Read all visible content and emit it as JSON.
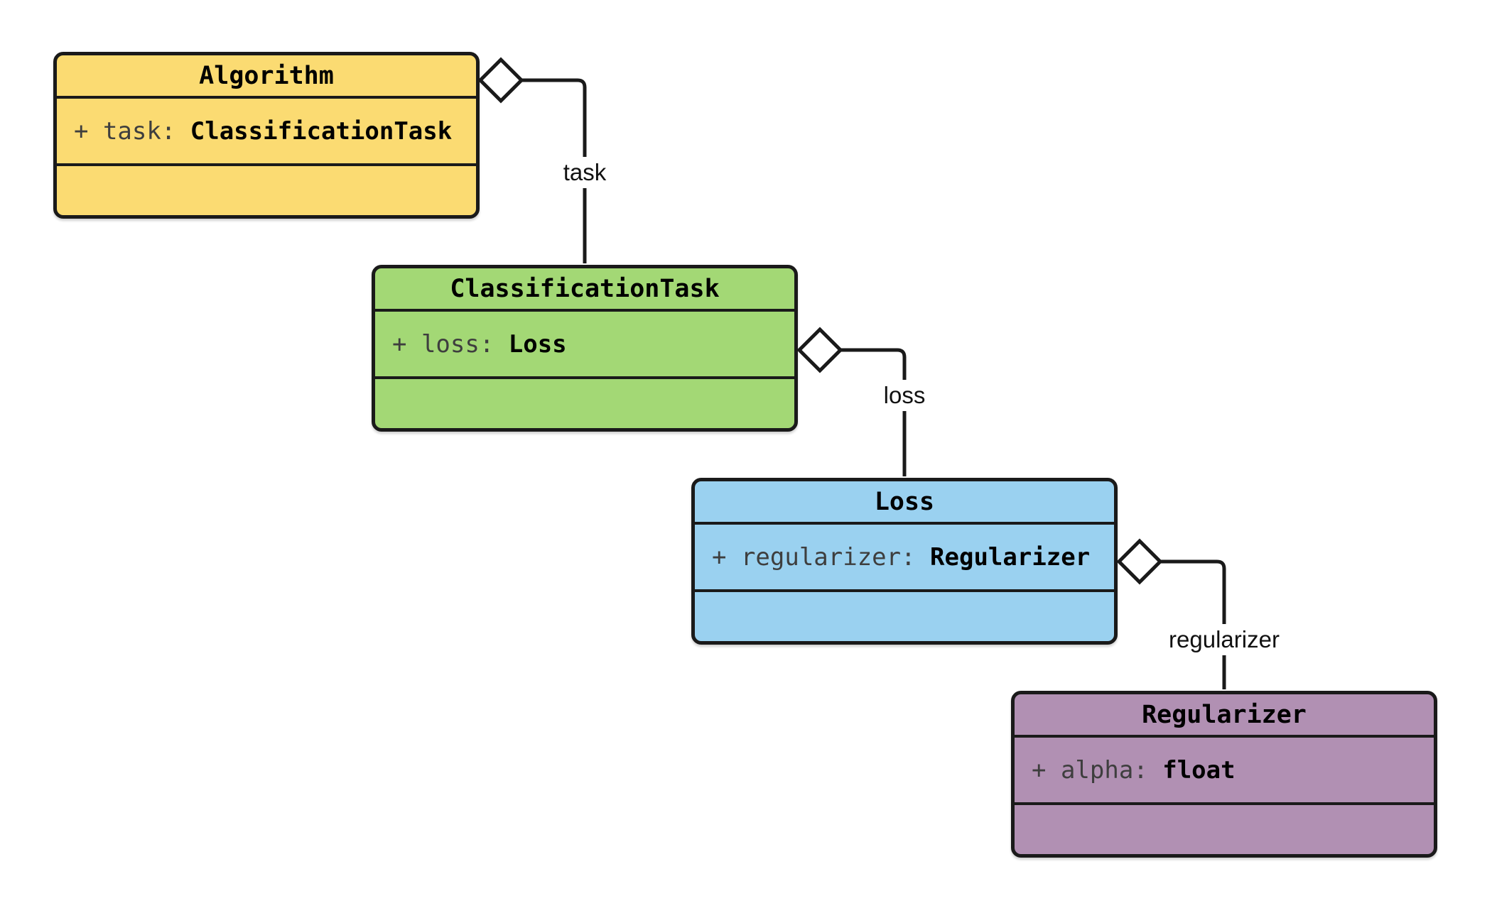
{
  "diagram": {
    "kind": "uml-class-diagram",
    "classes": [
      {
        "name": "Algorithm",
        "fill": "#FBDB72",
        "attributes": [
          {
            "prefix": "+ task: ",
            "type": "ClassificationTask"
          }
        ]
      },
      {
        "name": "ClassificationTask",
        "fill": "#A3D875",
        "attributes": [
          {
            "prefix": "+ loss: ",
            "type": "Loss"
          }
        ]
      },
      {
        "name": "Loss",
        "fill": "#9AD1F0",
        "attributes": [
          {
            "prefix": "+ regularizer: ",
            "type": "Regularizer"
          }
        ]
      },
      {
        "name": "Regularizer",
        "fill": "#B190B3",
        "attributes": [
          {
            "prefix": "+ alpha: ",
            "type": "float"
          }
        ]
      }
    ],
    "relations": [
      {
        "from": "Algorithm",
        "to": "ClassificationTask",
        "label": "task",
        "type": "aggregation"
      },
      {
        "from": "ClassificationTask",
        "to": "Loss",
        "label": "loss",
        "type": "aggregation"
      },
      {
        "from": "Loss",
        "to": "Regularizer",
        "label": "regularizer",
        "type": "aggregation"
      }
    ],
    "colors": {
      "line": "#1A1A1A",
      "diamond_fill": "#FFFFFF",
      "background": "#FFFFFF",
      "attribute_name": "#3E3E3E",
      "text": "#000000"
    }
  }
}
